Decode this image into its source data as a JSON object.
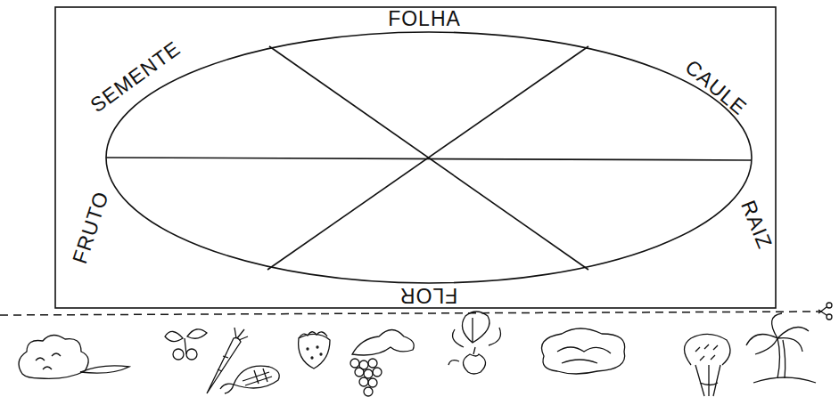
{
  "diagram": {
    "labels": [
      "SEMENTE",
      "FOLHA",
      "CAULE",
      "FRUTO",
      "RAIZ",
      "FLOR"
    ]
  }
}
